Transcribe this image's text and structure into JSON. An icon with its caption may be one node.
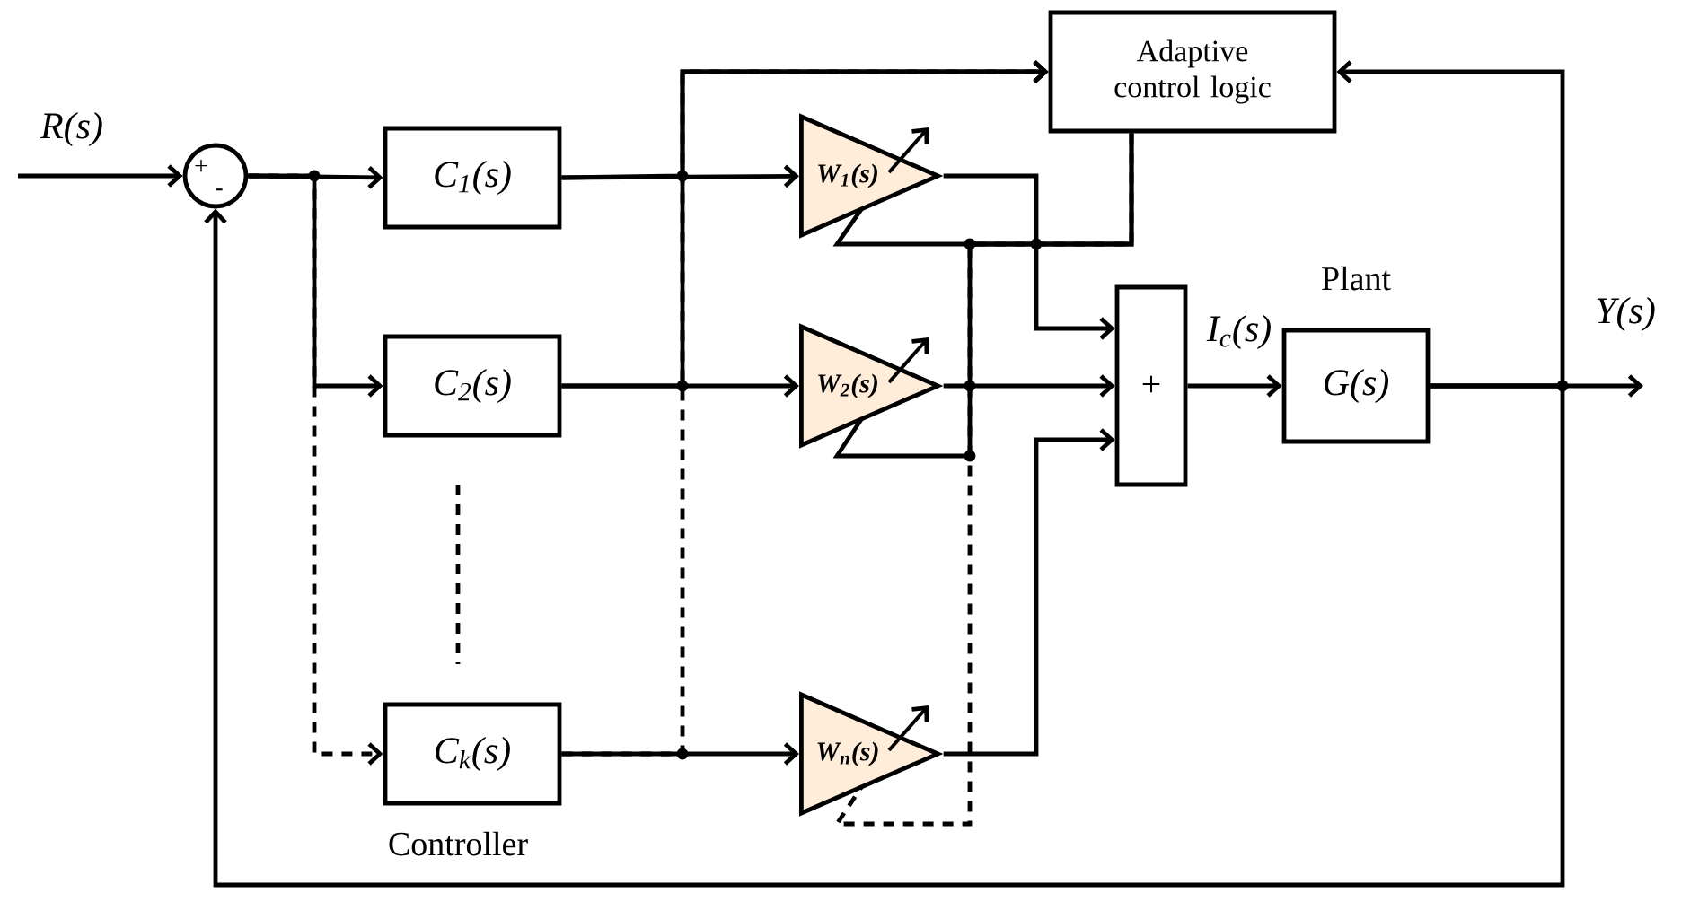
{
  "diagram": {
    "nodes": [
      {
        "text": [
          "+",
          "-"
        ]
      },
      {
        "text": [
          "C$_{1}$(s)"
        ]
      },
      {
        "text": [
          "C$_{2}$(s)"
        ]
      },
      {
        "text": [
          "C$_{k}$(s)"
        ]
      },
      {
        "text": [
          "W$_{1}$(s)"
        ]
      },
      {
        "text": [
          "W$_{2}$(s)"
        ]
      },
      {
        "text": [
          "W$_{n}$(s)"
        ]
      },
      {
        "text": [
          "Adaptive control logic"
        ]
      },
      {
        "text": [
          "+"
        ]
      },
      {
        "text": [
          "G(s)"
        ],
        "beside": [
          "Plant"
        ]
      }
    ],
    "edges": [
      {
        "from": null,
        "to": 0,
        "arrow": "to",
        "label": "R(s)"
      },
      {
        "from": 0,
        "to": 1,
        "arrow": "to"
      },
      {
        "from": 0,
        "to": 2,
        "arrow": "to"
      },
      {
        "from": 0,
        "to": 3,
        "arrow": "to",
        "style": "dashed"
      },
      {
        "from": 1,
        "to": 4,
        "arrow": "to"
      },
      {
        "from": 2,
        "to": 5,
        "arrow": "to"
      },
      {
        "from": 3,
        "to": 6,
        "arrow": "to"
      },
      {
        "from": 1,
        "to": 7,
        "arrow": "to"
      },
      {
        "from": 2,
        "to": 7,
        "arrow": "to"
      },
      {
        "from": 3,
        "to": 7,
        "arrow": "to",
        "style": "dashed"
      },
      {
        "from": 4,
        "to": 8,
        "arrow": "to"
      },
      {
        "from": 5,
        "to": 8,
        "arrow": "to"
      },
      {
        "from": 6,
        "to": 8,
        "arrow": "to"
      },
      {
        "from": 7,
        "to": 4,
        "arrow": "none"
      },
      {
        "from": 7,
        "to": 5,
        "arrow": "none"
      },
      {
        "from": 7,
        "to": 6,
        "arrow": "none",
        "style": "dashed"
      },
      {
        "from": 8,
        "to": 9,
        "arrow": "to",
        "label": "I$_{c}$(s)"
      },
      {
        "from": 9,
        "to": null,
        "arrow": "to",
        "label": "Y(s)"
      },
      {
        "from": 9,
        "to": 7,
        "arrow": "to"
      },
      {
        "from": 9,
        "to": 0,
        "arrow": "to"
      }
    ],
    "labels": [
      "Controller"
    ]
  }
}
